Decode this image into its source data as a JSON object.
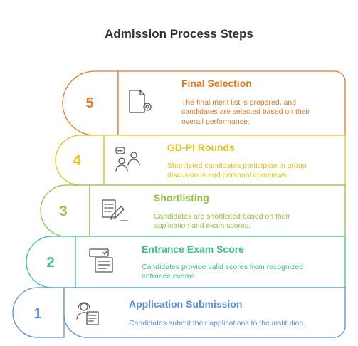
{
  "title": "Admission Process Steps",
  "colors": {
    "step1": "#5a8ede",
    "step2": "#3fbf8a",
    "step3": "#8ec23f",
    "step4": "#e2c31e",
    "step5": "#e07a28"
  },
  "steps": [
    {
      "number": "1",
      "title": "Application Submission",
      "description": [
        "Candidates submit their applications to the institution."
      ],
      "icon": "applicant-form-icon"
    },
    {
      "number": "2",
      "title": "Entrance Exam Score",
      "description": [
        "Candidates provide valid scores from recognized",
        "entrance exams."
      ],
      "icon": "exam-score-icon"
    },
    {
      "number": "3",
      "title": "Shortlisting",
      "description": [
        "Candidates are shortlisted based on their",
        "application and exam scores."
      ],
      "icon": "shortlist-icon"
    },
    {
      "number": "4",
      "title": "GD-PI Rounds",
      "description": [
        "Shortlisted candidates participate in group",
        "discussions and personal interviews."
      ],
      "icon": "discussion-icon"
    },
    {
      "number": "5",
      "title": "Final Selection",
      "description": [
        "The final merit list is prepared, and",
        "candidates are selected based on their",
        "overall performance."
      ],
      "icon": "certificate-icon"
    }
  ]
}
